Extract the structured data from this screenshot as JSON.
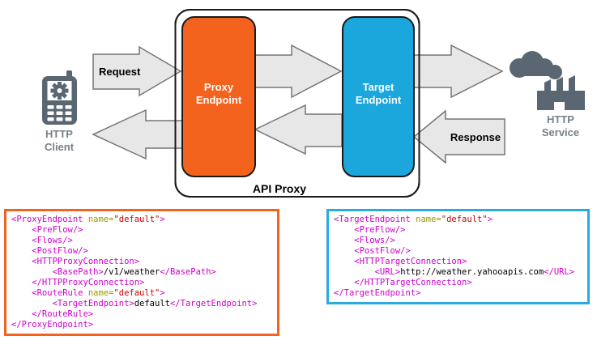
{
  "diagram": {
    "api_proxy_label": "API Proxy",
    "request_label": "Request",
    "response_label": "Response",
    "proxy_endpoint_line1": "Proxy",
    "proxy_endpoint_line2": "Endpoint",
    "target_endpoint_line1": "Target",
    "target_endpoint_line2": "Endpoint",
    "http_client_line1": "HTTP",
    "http_client_line2": "Client",
    "http_service_line1": "HTTP",
    "http_service_line2": "Service",
    "icons": {
      "client": "mobile-phone-gear-icon",
      "service": "factory-smoke-cloud-icon"
    },
    "colors": {
      "proxy_endpoint_fill": "#F4631E",
      "target_endpoint_fill": "#1BA6DC",
      "box_stroke": "#1A1A1A",
      "arrow_fill": "#E7E7E7",
      "arrow_stroke": "#757575",
      "icon_color": "#5A6772",
      "icon_label_color": "#75828A",
      "proxy_code_border": "#F4631E",
      "target_code_border": "#29ABE2",
      "xml_tag_color": "#CC00CC",
      "xml_attr_color": "#999900",
      "xml_string_color": "#CC0000",
      "xml_text_color": "#000000"
    }
  },
  "code_blocks": {
    "proxy": {
      "lines": [
        [
          {
            "c": "tag",
            "t": "<ProxyEndpoint "
          },
          {
            "c": "attr",
            "t": "name="
          },
          {
            "c": "str",
            "t": "\"default\""
          },
          {
            "c": "tag",
            "t": ">"
          }
        ],
        [
          {
            "c": "tag",
            "t": "    <PreFlow/>"
          }
        ],
        [
          {
            "c": "tag",
            "t": "    <Flows/>"
          }
        ],
        [
          {
            "c": "tag",
            "t": "    <PostFlow/>"
          }
        ],
        [
          {
            "c": "tag",
            "t": "    <HTTPProxyConnection>"
          }
        ],
        [
          {
            "c": "tag",
            "t": "        <BasePath>"
          },
          {
            "c": "txt",
            "t": "/v1/weather"
          },
          {
            "c": "tag",
            "t": "</BasePath>"
          }
        ],
        [
          {
            "c": "tag",
            "t": "    </HTTPProxyConnection>"
          }
        ],
        [
          {
            "c": "tag",
            "t": "    <RouteRule "
          },
          {
            "c": "attr",
            "t": "name="
          },
          {
            "c": "str",
            "t": "\"default\""
          },
          {
            "c": "tag",
            "t": ">"
          }
        ],
        [
          {
            "c": "tag",
            "t": "        <TargetEndpoint>"
          },
          {
            "c": "txt",
            "t": "default"
          },
          {
            "c": "tag",
            "t": "</TargetEndpoint>"
          }
        ],
        [
          {
            "c": "tag",
            "t": "    </RouteRule>"
          }
        ],
        [
          {
            "c": "tag",
            "t": "</ProxyEndpoint>"
          }
        ]
      ]
    },
    "target": {
      "lines": [
        [
          {
            "c": "tag",
            "t": "<TargetEndpoint "
          },
          {
            "c": "attr",
            "t": "name="
          },
          {
            "c": "str",
            "t": "\"default\""
          },
          {
            "c": "tag",
            "t": ">"
          }
        ],
        [
          {
            "c": "tag",
            "t": "    <PreFlow/>"
          }
        ],
        [
          {
            "c": "tag",
            "t": "    <Flows/>"
          }
        ],
        [
          {
            "c": "tag",
            "t": "    <PostFlow/>"
          }
        ],
        [
          {
            "c": "tag",
            "t": "    <HTTPTargetConnection>"
          }
        ],
        [
          {
            "c": "tag",
            "t": "        <URL>"
          },
          {
            "c": "txt",
            "t": "http://weather.yahooapis.com"
          },
          {
            "c": "tag",
            "t": "</URL>"
          }
        ],
        [
          {
            "c": "tag",
            "t": "    </HTTPTargetConnection>"
          }
        ],
        [
          {
            "c": "tag",
            "t": "</TargetEndpoint>"
          }
        ]
      ]
    }
  }
}
